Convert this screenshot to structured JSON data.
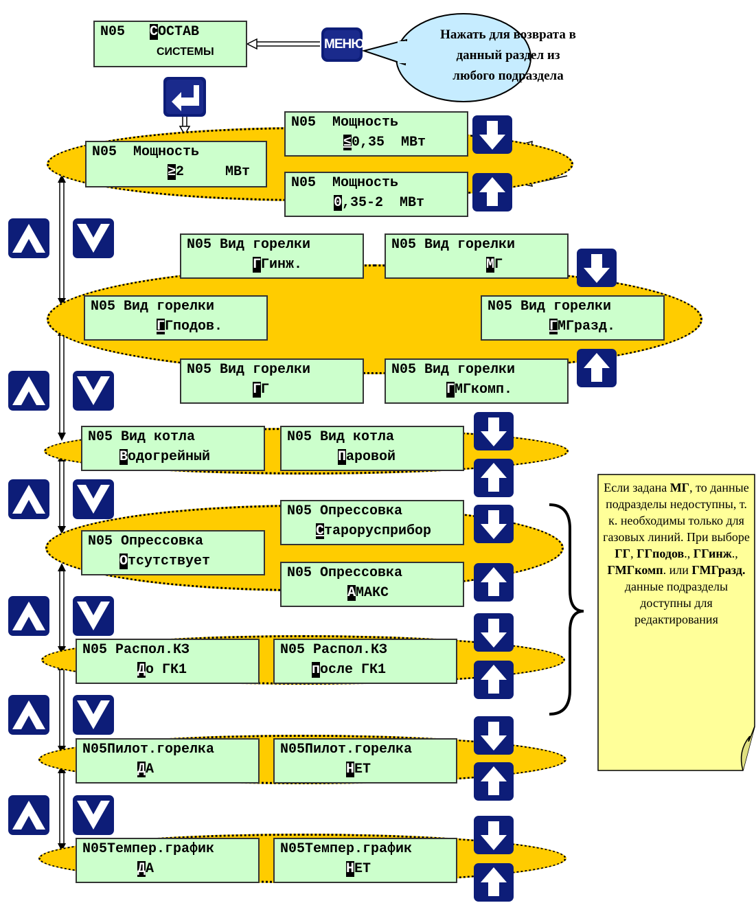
{
  "top": {
    "menu_box": {
      "line1_a": "N05   ",
      "line1_cur": "С",
      "line1_b": "ОСТАВ",
      "line2": "СИСТЕМЫ"
    },
    "menu_key_label": "МЕНЮ",
    "callout_text": "Нажать для возврата в данный раздел из любого подраздела"
  },
  "rows": [
    {
      "boxes": [
        {
          "line1": "N05  Мощность",
          "pre": "",
          "cur": "≥",
          "post": "2     МВт"
        },
        {
          "line1": "N05  Мощность",
          "pre": "",
          "cur": "≤",
          "post": "0,35  МВт"
        },
        {
          "line1": "N05  Мощность",
          "pre": "",
          "cur": "0",
          "post": ",35-2  МВт"
        }
      ]
    },
    {
      "boxes": [
        {
          "line1": "N05 Вид горелки",
          "pre": "",
          "cur": "Г",
          "post": "Гинж."
        },
        {
          "line1": "N05 Вид горелки",
          "pre": "",
          "cur": "М",
          "post": "Г"
        },
        {
          "line1": "N05 Вид горелки",
          "pre": "",
          "cur": "Г",
          "post": "Гподов."
        },
        {
          "line1": "N05 Вид горелки",
          "pre": "",
          "cur": "Г",
          "post": "МГразд."
        },
        {
          "line1": "N05 Вид горелки",
          "pre": "",
          "cur": "Г",
          "post": "Г"
        },
        {
          "line1": "N05 Вид горелки",
          "pre": "",
          "cur": "Г",
          "post": "МГкомп."
        }
      ]
    },
    {
      "boxes": [
        {
          "line1": "N05 Вид котла",
          "pre": "",
          "cur": "В",
          "post": "одогрейный"
        },
        {
          "line1": "N05 Вид котла",
          "pre": "",
          "cur": "П",
          "post": "аровой"
        }
      ]
    },
    {
      "boxes": [
        {
          "line1": "N05 Опрессовка",
          "pre": "",
          "cur": "О",
          "post": "тсутствует"
        },
        {
          "line1": "N05 Опрессовка",
          "pre": "",
          "cur": "С",
          "post": "тарорусприбор"
        },
        {
          "line1": "N05 Опрессовка",
          "pre": "",
          "cur": "А",
          "post": "МАКС"
        }
      ]
    },
    {
      "boxes": [
        {
          "line1": "N05 Распол.КЗ",
          "pre": "",
          "cur": "Д",
          "post": "о ГК1"
        },
        {
          "line1": "N05 Распол.КЗ",
          "pre": "",
          "cur": "п",
          "post": "осле ГК1"
        }
      ]
    },
    {
      "boxes": [
        {
          "line1": "N05Пилот.горелка",
          "pre": "",
          "cur": "Д",
          "post": "А"
        },
        {
          "line1": "N05Пилот.горелка",
          "pre": "",
          "cur": "Н",
          "post": "ЕТ"
        }
      ]
    },
    {
      "boxes": [
        {
          "line1": "N05Темпер.график",
          "pre": "",
          "cur": "Д",
          "post": "А"
        },
        {
          "line1": "N05Темпер.график",
          "pre": "",
          "cur": "Н",
          "post": "ЕТ"
        }
      ]
    }
  ],
  "note": {
    "t1": "Если задана ",
    "t2": "МГ",
    "t3": ", то данные подразделы недоступны, т. к. необходимы только для газовых линий. При выборе ",
    "t4": "ГГ",
    "t5": ", ",
    "t6": "ГГподов",
    "t7": "., ",
    "t8": "ГГинж",
    "t9": "., ",
    "t10": "ГМГкомп",
    "t11": ". или ",
    "t12": "ГМГразд.",
    "t13": " данные подразделы доступны для редактирования"
  },
  "colors": {
    "lcd_bg": "#ccffcc",
    "ellipse": "#ffcc00",
    "button": "#0d1d78",
    "callout": "#c6ecff",
    "note": "#ffff99"
  }
}
